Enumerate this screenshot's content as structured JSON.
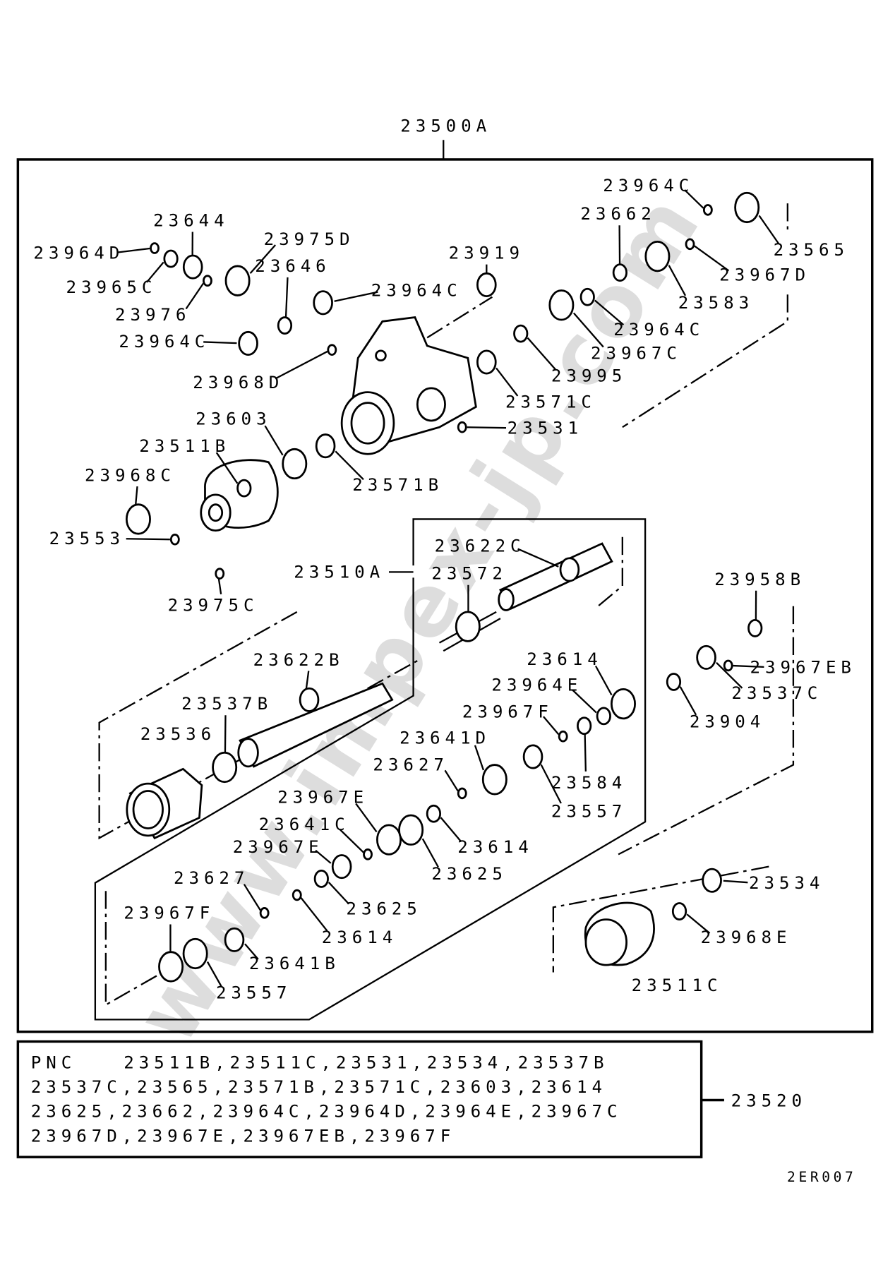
{
  "diagram": {
    "assembly_label": "23500A",
    "figure_code": "2ER007",
    "watermark": "www.impex-jp.com",
    "part_labels": [
      "23964C",
      "23662",
      "23644",
      "23975D",
      "23964D",
      "23646",
      "23919",
      "23565",
      "23967D",
      "23965C",
      "23964C",
      "23583",
      "23976",
      "23964C",
      "23964C",
      "23967C",
      "23968D",
      "23995",
      "23571C",
      "23603",
      "23531",
      "23511B",
      "23571B",
      "23968C",
      "23553",
      "23510A",
      "23622C",
      "23572",
      "23975C",
      "23958B",
      "23622B",
      "23614",
      "23967EB",
      "23964E",
      "23537C",
      "23537B",
      "23967F",
      "23904",
      "23536",
      "23641D",
      "23627",
      "23584",
      "23557",
      "23967E",
      "23641C",
      "23614",
      "23967E",
      "23625",
      "23627",
      "23625",
      "23534",
      "23967F",
      "23614",
      "23968E",
      "23641B",
      "23557",
      "23511C"
    ]
  },
  "kit": {
    "label": "23520",
    "pnc_heading": "PNC",
    "lines": [
      "23511B,23511C,23531,23534,23537B",
      "23537C,23565,23571B,23571C,23603,23614",
      "23625,23662,23964C,23964D,23964E,23967C",
      "23967D,23967E,23967EB,23967F"
    ]
  }
}
